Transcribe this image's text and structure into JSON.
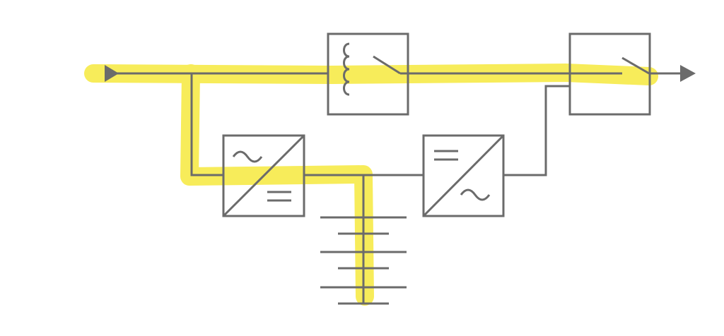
{
  "diagram": {
    "components": [
      "input-arrow",
      "bypass-transformer-switch",
      "output-switch",
      "rectifier-ac-dc",
      "inverter-dc-ac",
      "battery",
      "output-arrow"
    ],
    "colors": {
      "line": "#6b6b6b",
      "highlight": "#f7ec5a",
      "background": "#ffffff"
    }
  }
}
